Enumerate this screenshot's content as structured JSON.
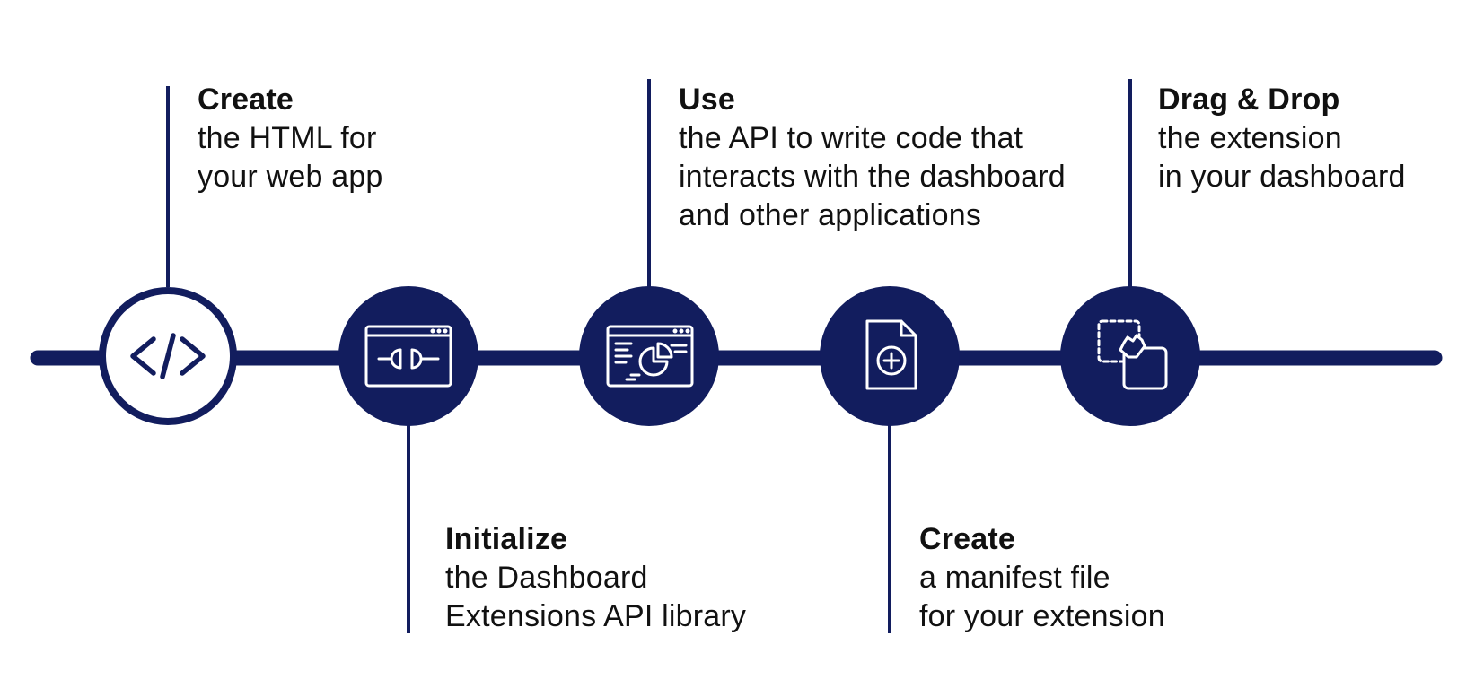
{
  "colors": {
    "navy": "#121d5e",
    "white": "#ffffff",
    "text": "#111111"
  },
  "steps": [
    {
      "title": "Create",
      "lines": [
        "the HTML for",
        "your web app"
      ],
      "icon": "code-icon"
    },
    {
      "title": "Initialize",
      "lines": [
        "the Dashboard",
        "Extensions API library"
      ],
      "icon": "plug-connector-icon"
    },
    {
      "title": "Use",
      "lines": [
        "the API to write code that",
        "interacts with the dashboard",
        "and other applications"
      ],
      "icon": "dashboard-chart-icon"
    },
    {
      "title": "Create",
      "lines": [
        "a manifest file",
        "for your extension"
      ],
      "icon": "add-file-icon"
    },
    {
      "title": "Drag & Drop",
      "lines": [
        "the extension",
        "in your dashboard"
      ],
      "icon": "drag-drop-icon"
    }
  ]
}
